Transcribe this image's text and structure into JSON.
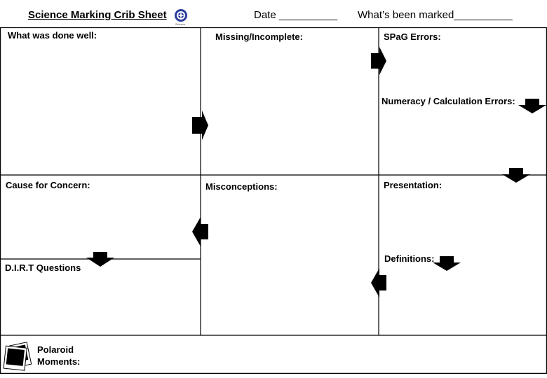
{
  "header": {
    "title": "Science Marking Crib Sheet",
    "logo_caption": "Science",
    "date_field": "Date __________",
    "marked_field": "What’s been marked__________"
  },
  "sections": {
    "done_well": "What was done well:",
    "missing": "Missing/Incomplete:",
    "spag": "SPaG Errors:",
    "numeracy": "Numeracy / Calculation Errors:",
    "concern": "Cause for Concern:",
    "misconceptions": "Misconceptions:",
    "presentation": "Presentation:",
    "dirt": "D.I.R.T Questions",
    "definitions": "Definitions:",
    "polaroid_line1": "Polaroid",
    "polaroid_line2": "Moments:"
  },
  "icons": {
    "arrows": "arrow-icon",
    "logo": "school-crest-icon",
    "polaroid": "polaroid-photos-icon"
  },
  "colors": {
    "ink": "#000000",
    "paper": "#ffffff"
  }
}
